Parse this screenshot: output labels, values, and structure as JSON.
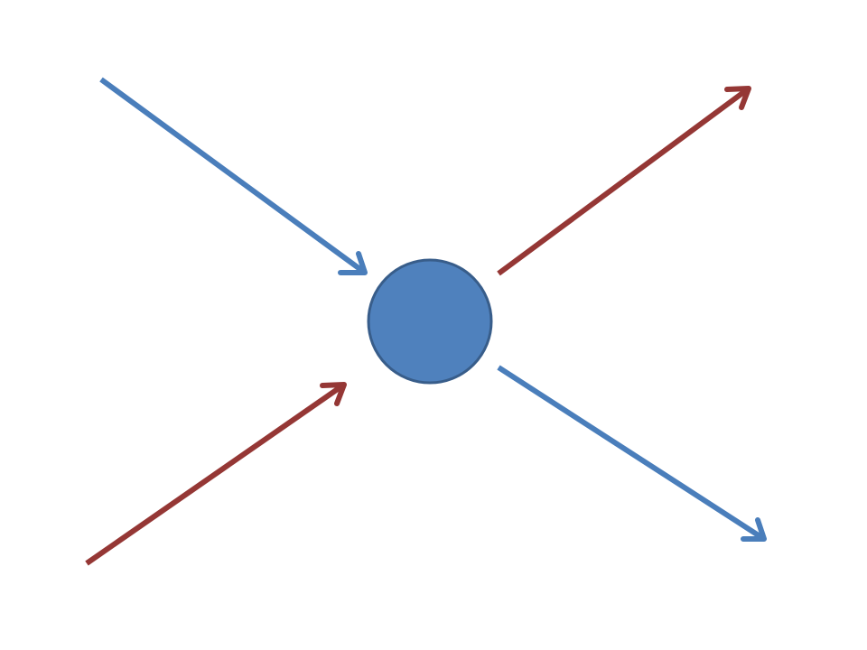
{
  "diagram": {
    "background": "#ffffff",
    "colors": {
      "blue_arrow": "#4a7ebb",
      "red_arrow": "#953735",
      "node_fill": "#4f81bd",
      "node_stroke": "#385d8a"
    },
    "node": {
      "shape": "circle"
    },
    "arrows": [
      {
        "name": "incoming-blue-arrow",
        "color_key": "blue_arrow",
        "direction": "into-node"
      },
      {
        "name": "incoming-red-arrow",
        "color_key": "red_arrow",
        "direction": "into-node"
      },
      {
        "name": "outgoing-red-arrow",
        "color_key": "red_arrow",
        "direction": "out-of-node"
      },
      {
        "name": "outgoing-blue-arrow",
        "color_key": "blue_arrow",
        "direction": "out-of-node"
      }
    ]
  }
}
